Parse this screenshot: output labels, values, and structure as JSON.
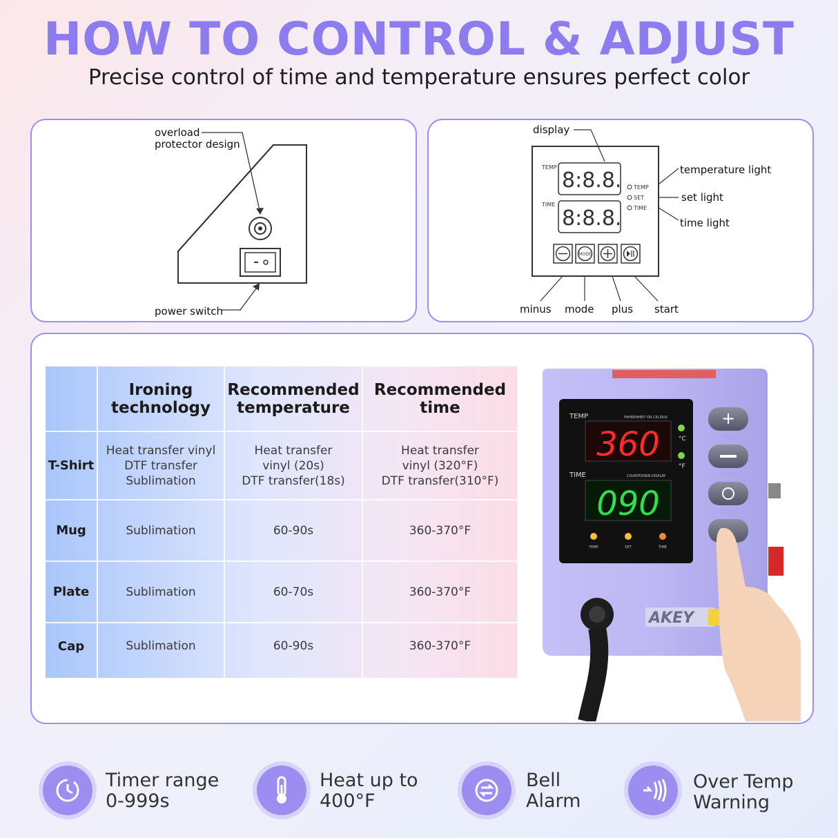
{
  "title": "HOW TO CONTROL & ADJUST",
  "subtitle": "Precise control of time and temperature ensures perfect color",
  "left_diagram": {
    "overload_label_1": "overload",
    "overload_label_2": "protector design",
    "power_switch_label": "power switch"
  },
  "right_diagram": {
    "display_label": "display",
    "temp_small": "TEMP",
    "time_small": "TIME",
    "digits": "8:8.8.",
    "indicator_temp": "TEMP",
    "indicator_set": "SET",
    "indicator_time": "TIME",
    "mode_btn": "MODE",
    "temperature_light_label": "temperature light",
    "set_light_label": "set light",
    "time_light_label": "time light",
    "minus_label": "minus",
    "mode_label": "mode",
    "plus_label": "plus",
    "start_label": "start"
  },
  "table": {
    "headers": [
      "",
      "Ironing technology",
      "Recommended temperature",
      "Recommended time"
    ],
    "rows": [
      {
        "item": "T-Shirt",
        "tech": "Heat transfer vinyl\nDTF transfer\nSublimation",
        "temp": "Heat transfer\nvinyl (20s)\nDTF transfer(18s)",
        "time": "Heat transfer\nvinyl (320°F)\nDTF transfer(310°F)"
      },
      {
        "item": "Mug",
        "tech": "Sublimation",
        "temp": "60-90s",
        "time": "360-370°F"
      },
      {
        "item": "Plate",
        "tech": "Sublimation",
        "temp": "60-70s",
        "time": "360-370°F"
      },
      {
        "item": "Cap",
        "tech": "Sublimation",
        "temp": "60-90s",
        "time": "360-370°F"
      }
    ]
  },
  "device": {
    "temp_label": "TEMP",
    "scale_label": "FAHRENHEIT OR CELSIUS",
    "temp_value": "360",
    "celsius": "°C",
    "fahrenheit": "°F",
    "time_label": "TIME",
    "countdown_label": "COUNTDOWN DISPLAY",
    "time_value": "090",
    "ind_temp": "TEMP",
    "ind_set": "SET",
    "ind_time": "TIME",
    "btn_plus": "PLUS",
    "btn_minus": "MINUS",
    "btn_setup": "SETUP",
    "brand": "AKEY",
    "temp_color": "#ff2a2a",
    "time_color": "#2fe04a"
  },
  "features": [
    {
      "icon": "clock-icon",
      "line1": "Timer range",
      "line2": "0-999s"
    },
    {
      "icon": "thermometer-icon",
      "line1": "Heat up to",
      "line2": "400°F"
    },
    {
      "icon": "bell-alarm-icon",
      "line1": "Bell",
      "line2": "Alarm"
    },
    {
      "icon": "warning-icon",
      "line1": "Over Temp",
      "line2": "Warning"
    }
  ],
  "accent_color": "#8c7cf0"
}
